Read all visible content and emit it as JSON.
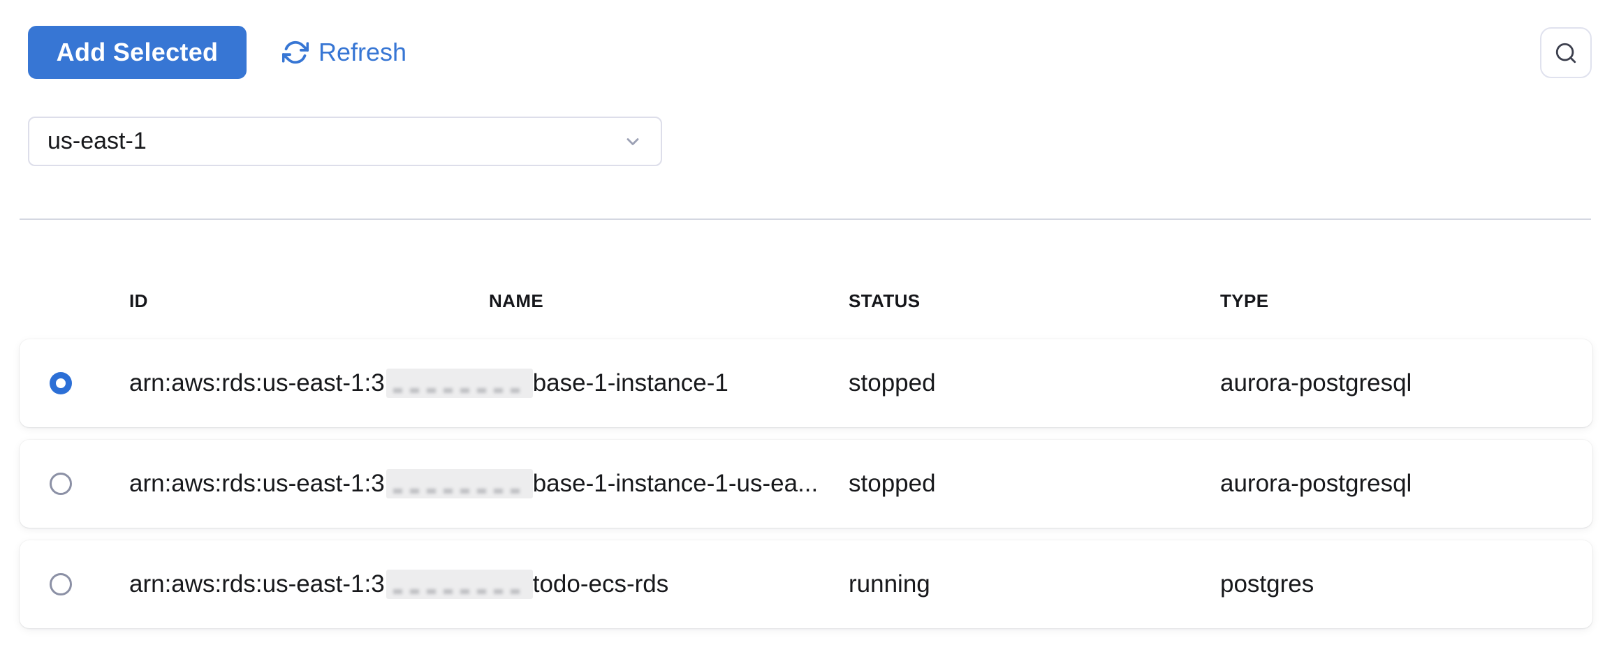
{
  "toolbar": {
    "add_selected": "Add Selected",
    "refresh": "Refresh"
  },
  "region_select": {
    "value": "us-east-1"
  },
  "table": {
    "columns": [
      "ID",
      "NAME",
      "STATUS",
      "TYPE"
    ],
    "rows": [
      {
        "selected": true,
        "id_prefix": "arn:aws:rds:us-east-1:3",
        "id_redacted": true,
        "id_suffix": "base-1-instance-1",
        "status": "stopped",
        "type": "aurora-postgresql"
      },
      {
        "selected": false,
        "id_prefix": "arn:aws:rds:us-east-1:3",
        "id_redacted": true,
        "id_suffix": "base-1-instance-1-us-ea...",
        "status": "stopped",
        "type": "aurora-postgresql"
      },
      {
        "selected": false,
        "id_prefix": "arn:aws:rds:us-east-1:3",
        "id_redacted": true,
        "id_suffix": "todo-ecs-rds",
        "status": "running",
        "type": "postgres"
      }
    ]
  },
  "colors": {
    "accent": "#3776d4",
    "radio_selected": "#2c6fd6",
    "text": "#17181b",
    "divider": "#d4d7e1"
  }
}
